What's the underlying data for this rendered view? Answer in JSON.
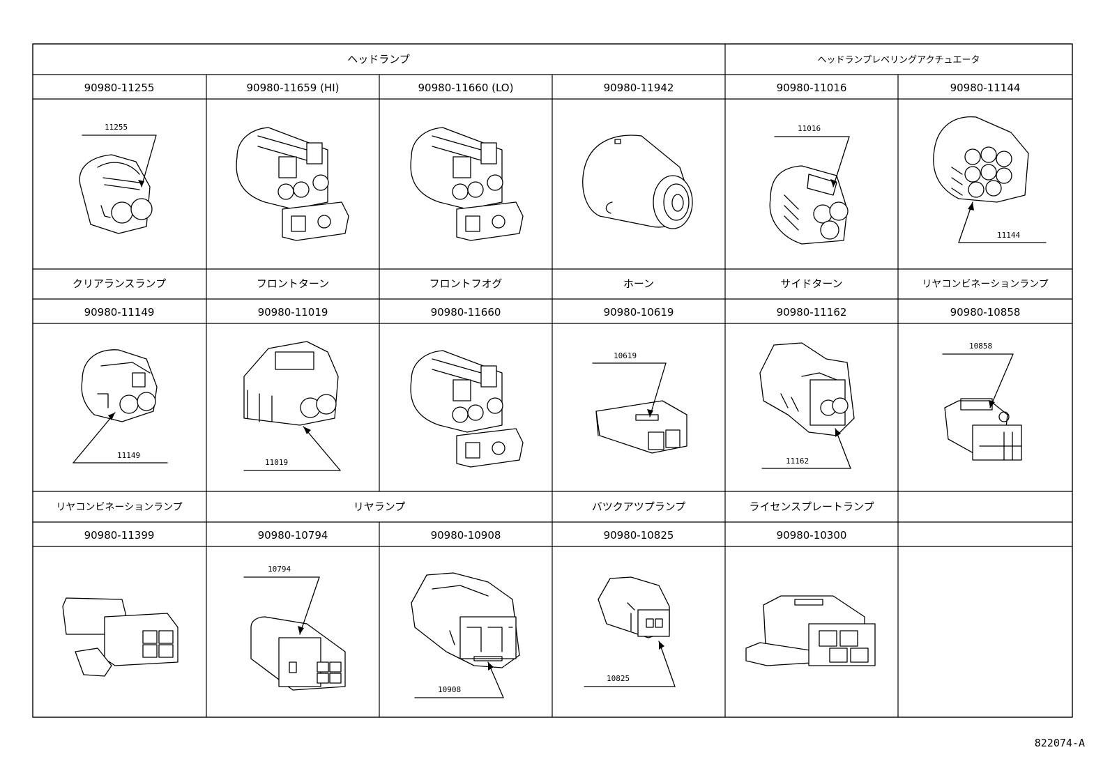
{
  "top_headers": {
    "headlamp": "ヘッドランプ",
    "leveling": "ヘッドランプレベリングアクチュエータ"
  },
  "row1": {
    "parts": [
      "90980-11255",
      "90980-11659 (HI)",
      "90980-11660 (LO)",
      "90980-11942",
      "90980-11016",
      "90980-11144"
    ],
    "callouts": [
      "11255",
      "",
      "",
      "",
      "11016",
      "11144"
    ]
  },
  "row2": {
    "names": [
      "クリアランスランプ",
      "フロントターン",
      "フロントフオグ",
      "ホーン",
      "サイドターン",
      "リヤコンビネーションランプ"
    ],
    "parts": [
      "90980-11149",
      "90980-11019",
      "90980-11660",
      "90980-10619",
      "90980-11162",
      "90980-10858"
    ],
    "callouts": [
      "11149",
      "11019",
      "",
      "10619",
      "11162",
      "10858"
    ]
  },
  "row3": {
    "names": [
      "リヤコンビネーションランプ",
      "リヤランプ",
      "バツクアツプランプ",
      "ライセンスプレートランプ",
      ""
    ],
    "parts": [
      "90980-11399",
      "90980-10794",
      "90980-10908",
      "90980-10825",
      "90980-10300",
      ""
    ],
    "callouts": [
      "",
      "10794",
      "10908",
      "10825",
      "",
      ""
    ]
  },
  "figure_code": "822074-A"
}
